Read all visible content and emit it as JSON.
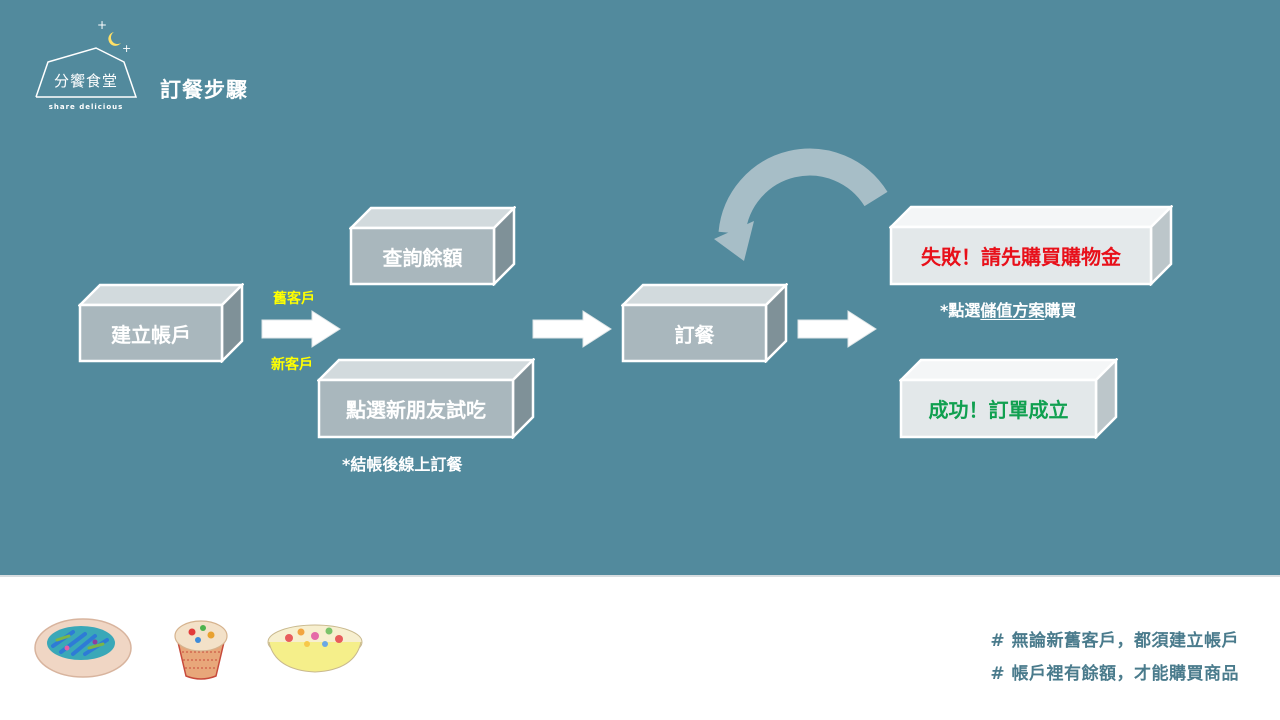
{
  "header": {
    "logo_name": "分饗食堂",
    "logo_tagline": "share delicious",
    "title": "訂餐步驟"
  },
  "diagram": {
    "nodes": {
      "create_account": "建立帳戶",
      "check_balance": "查詢餘額",
      "trial": "點選新朋友試吃",
      "order": "訂餐",
      "fail": "失敗！請先購買購物金",
      "success": "成功！訂單成立"
    },
    "edge_labels": {
      "old_customer": "舊客戶",
      "new_customer": "新客戶"
    },
    "notes": {
      "trial_note": "*結帳後線上訂餐",
      "fail_note_prefix": "*點選",
      "fail_note_link": "儲值方案",
      "fail_note_suffix": "購買"
    }
  },
  "footer": {
    "hints": [
      "# 無論新舊客戶，都須建立帳戶",
      "# 帳戶裡有餘額，才能購買商品"
    ]
  },
  "colors": {
    "background": "#528a9d",
    "box_face": "#a9b7bd",
    "fail_text": "#e8101a",
    "success_text": "#10a050",
    "edge_label": "#ffff00"
  }
}
